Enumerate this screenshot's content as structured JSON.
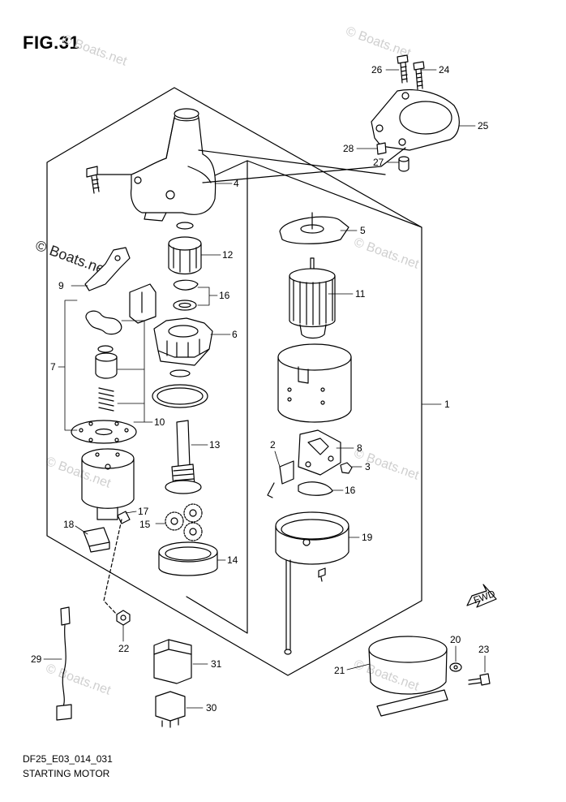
{
  "figure": {
    "title": "FIG.31",
    "code": "DF25_E03_014_031",
    "caption": "STARTING MOTOR"
  },
  "watermark": {
    "text": "© Boats.net"
  },
  "callouts": [
    "1",
    "2",
    "3",
    "4",
    "5",
    "6",
    "7",
    "8",
    "9",
    "10",
    "11",
    "12",
    "13",
    "14",
    "15",
    "16",
    "16",
    "17",
    "18",
    "19",
    "20",
    "21",
    "22",
    "23",
    "24",
    "25",
    "26",
    "27",
    "28",
    "29",
    "30",
    "31"
  ],
  "direction_arrow_label": "FWD"
}
